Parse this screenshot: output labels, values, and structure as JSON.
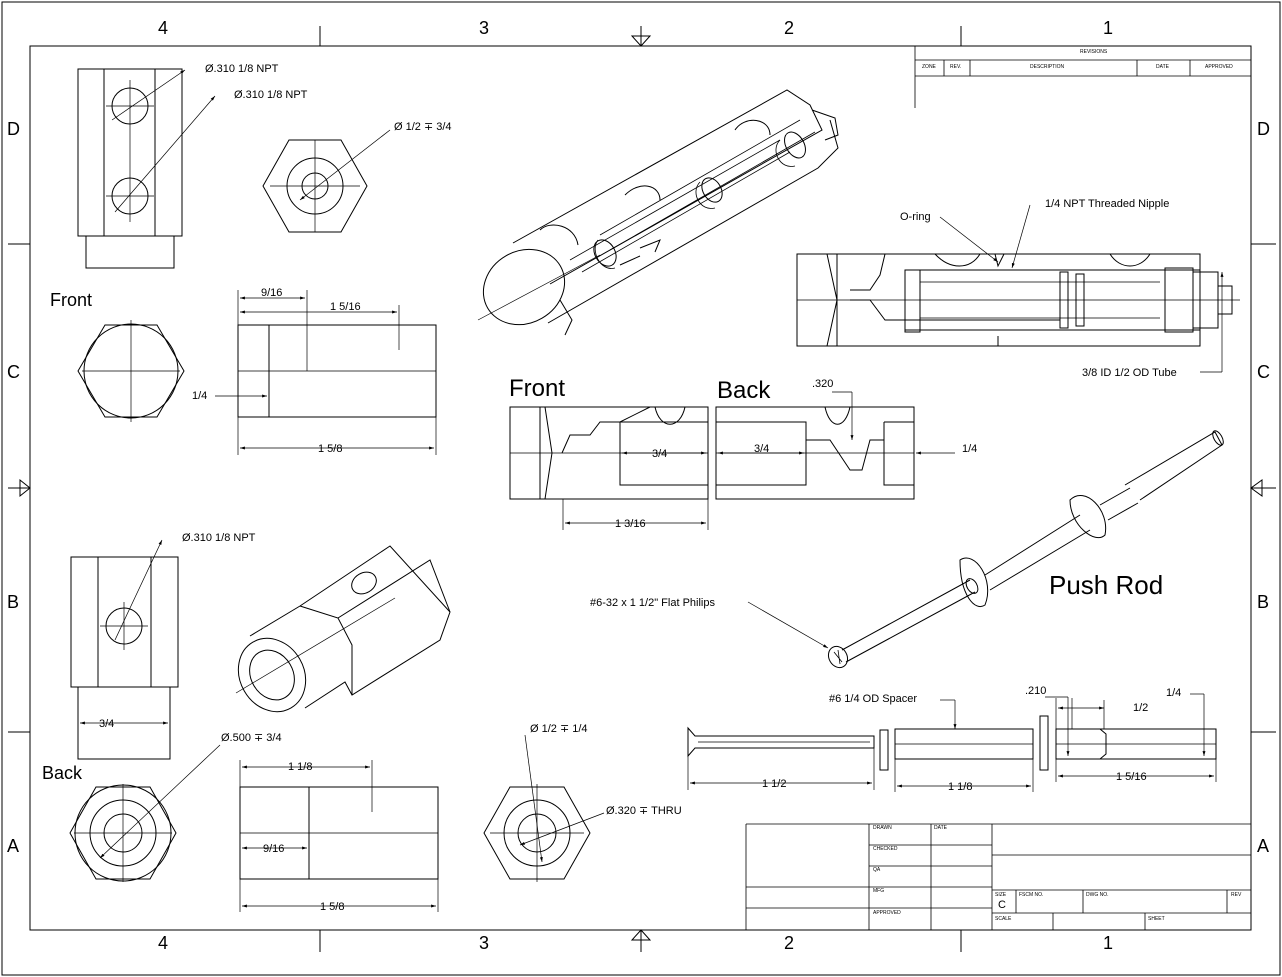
{
  "zones": {
    "columns": [
      "4",
      "3",
      "2",
      "1"
    ],
    "rows": [
      "D",
      "C",
      "B",
      "A"
    ]
  },
  "revisions": {
    "title": "REVISIONS",
    "headers": [
      "ZONE",
      "REV.",
      "DESCRIPTION",
      "DATE",
      "APPROVED"
    ]
  },
  "title_block": {
    "drawn": "DRAWN",
    "date": "DATE",
    "checked": "CHECKED",
    "qa": "QA",
    "mfg": "MFG",
    "approved": "APPROVED",
    "size": "SIZE",
    "size_value": "C",
    "fscm": "FSCM NO.",
    "dwg": "DWG NO.",
    "rev": "REV",
    "scale": "SCALE",
    "sheet": "SHEET"
  },
  "labels": {
    "front_left": "Front",
    "back_left": "Back",
    "front_mid": "Front",
    "back_mid": "Back",
    "push_rod": "Push Rod"
  },
  "callouts": {
    "npt1": "Ø.310 1/8 NPT",
    "npt2": "Ø.310 1/8 NPT",
    "hex_hole_d": "Ø 1/2 ∓ 3/4",
    "oring": "O-ring",
    "nipple": "1/4 NPT Threaded Nipple",
    "tube": "3/8 ID  1/2 OD Tube",
    "npt_b": "Ø.310 1/8 NPT",
    "hole_500": "Ø.500 ∓ 3/4",
    "hole_half": "Ø 1/2 ∓ 1/4",
    "thru_320": "Ø.320 ∓ THRU",
    "screw": "#6-32 x 1 1/2\" Flat Philips",
    "spacer": "#6 1/4 OD Spacer"
  },
  "dims": {
    "c_9_16": "9/16",
    "c_1_5_16": "1 5/16",
    "c_1_4": "1/4",
    "c_1_5_8": "1 5/8",
    "f_3_4": "3/4",
    "f_1_3_16": "1 3/16",
    "b_320": ".320",
    "b_3_4": "3/4",
    "b_1_4": "1/4",
    "bk_3_4": "3/4",
    "a_1_1_8": "1 1/8",
    "a_9_16": "9/16",
    "a_1_5_8": "1 5/8",
    "r_210": ".210",
    "r_1_4": "1/4",
    "r_1_2": "1/2",
    "r_1_1_2": "1 1/2",
    "r_1_1_8": "1 1/8",
    "r_1_5_16": "1 5/16"
  }
}
